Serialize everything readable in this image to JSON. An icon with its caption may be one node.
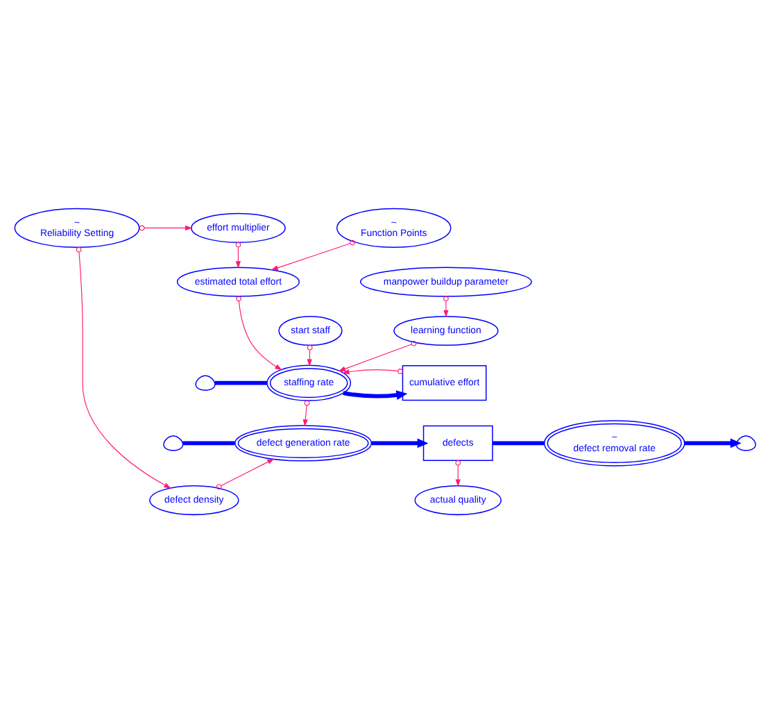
{
  "diagram": {
    "nodes": [
      {
        "text": [],
        "shape": "cloud"
      },
      {
        "text": [
          "staffing rate"
        ]
      },
      {
        "text": [
          "cumulative effort"
        ]
      },
      {
        "text": [
          "start staff"
        ]
      },
      {
        "text": [
          "estimated total effort"
        ]
      },
      {
        "text": [
          "learning function"
        ]
      },
      {
        "text": [
          "manpower buildup parameter"
        ]
      },
      {
        "text": [
          "~",
          "Function Points"
        ]
      },
      {
        "text": [
          "effort multiplier"
        ]
      },
      {
        "text": [
          "~",
          "Reliability Setting"
        ]
      },
      {
        "text": [
          "defect density"
        ]
      },
      {
        "text": [
          "actual quality"
        ]
      },
      {
        "text": [],
        "shape": "cloud"
      },
      {
        "text": [
          "defect generation rate"
        ]
      },
      {
        "text": [
          "defects"
        ]
      },
      {
        "text": [
          "~",
          "defect removal rate"
        ]
      },
      {
        "text": [],
        "shape": "cloud"
      }
    ],
    "edges": [
      {
        "from": 0,
        "to": 1,
        "arrow": "none",
        "style": "thick",
        "color": "#0000ff"
      },
      {
        "from": 1,
        "to": 2,
        "arrow": "to",
        "style": "thick",
        "color": "#0000ff"
      },
      {
        "from": 2,
        "to": 1,
        "arrow": "to"
      },
      {
        "from": 3,
        "to": 1,
        "arrow": "to"
      },
      {
        "from": 4,
        "to": 1,
        "arrow": "to"
      },
      {
        "from": 5,
        "to": 1,
        "arrow": "to"
      },
      {
        "from": 6,
        "to": 5,
        "arrow": "to"
      },
      {
        "from": 7,
        "to": 4,
        "arrow": "to"
      },
      {
        "from": 8,
        "to": 4,
        "arrow": "to"
      },
      {
        "from": 9,
        "to": 8,
        "arrow": "to"
      },
      {
        "from": 9,
        "to": 10,
        "arrow": "to"
      },
      {
        "from": 1,
        "to": 13,
        "arrow": "to"
      },
      {
        "from": 10,
        "to": 13,
        "arrow": "to"
      },
      {
        "from": 14,
        "to": 11,
        "arrow": "to"
      },
      {
        "from": 12,
        "to": 13,
        "arrow": "none",
        "style": "thick",
        "color": "#0000ff"
      },
      {
        "from": 13,
        "to": 14,
        "arrow": "to",
        "style": "thick",
        "color": "#0000ff"
      },
      {
        "from": 14,
        "to": 15,
        "arrow": "none",
        "style": "thick",
        "color": "#0000ff"
      },
      {
        "from": 15,
        "to": 16,
        "arrow": "to",
        "style": "thick",
        "color": "#0000ff"
      }
    ]
  }
}
